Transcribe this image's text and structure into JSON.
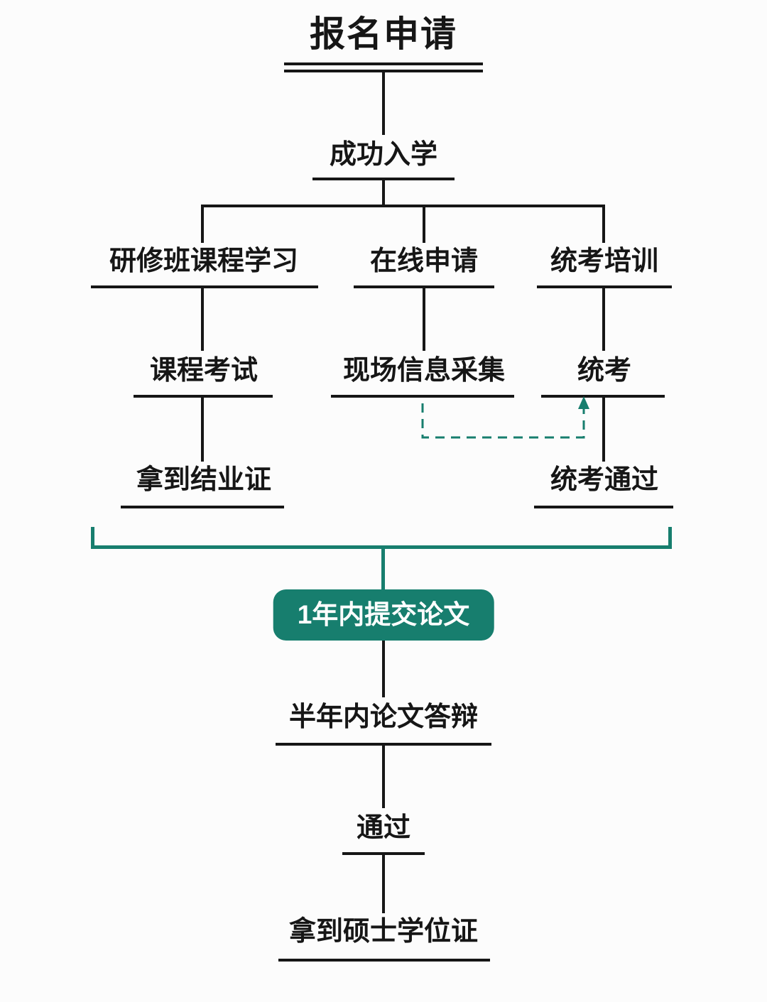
{
  "title": "报名申请",
  "flow": {
    "enroll": "成功入学",
    "seminar_course": "研修班课程学习",
    "online_apply": "在线申请",
    "unified_training": "统考培训",
    "course_exam": "课程考试",
    "onsite_info": "现场信息采集",
    "unified_exam": "统考",
    "completion_cert": "拿到结业证",
    "unified_pass": "统考通过",
    "submit_thesis": "1年内提交论文",
    "thesis_defense": "半年内论文答辩",
    "pass": "通过",
    "master_degree": "拿到硕士学位证"
  },
  "colors": {
    "accent": "#177e6e",
    "line": "#161616",
    "background": "#fcfcfc"
  }
}
